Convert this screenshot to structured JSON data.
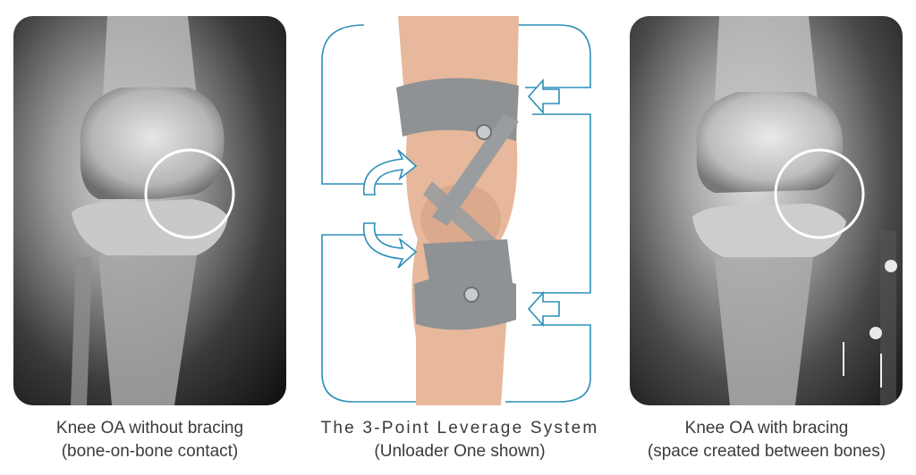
{
  "colors": {
    "arrow": "#2c8fb8",
    "circle": "#ffffff",
    "brace": "#8f9294",
    "text": "#3b3b3b"
  },
  "left": {
    "caption_line1": "Knee OA without bracing",
    "caption_line2": "(bone-on-bone contact)"
  },
  "center": {
    "caption_line1": "The 3-Point Leverage System",
    "caption_line2": "(Unloader One shown)"
  },
  "right": {
    "caption_line1": "Knee OA with bracing",
    "caption_line2": "(space created between bones)"
  }
}
